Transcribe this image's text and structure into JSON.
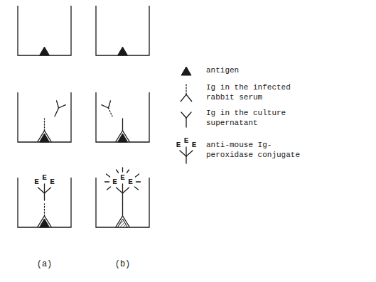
{
  "diagram": {
    "labels": [
      "E",
      "E",
      "E",
      "E",
      "E",
      "E",
      "(a)",
      "(b)",
      "E",
      "E",
      "E"
    ],
    "legend": [
      {
        "text": "antigen"
      },
      {
        "text": "Ig in the infected rabbit serum"
      },
      {
        "text": "Ig in the culture supernatant"
      },
      {
        "text": "anti-mouse Ig-peroxidase conjugate"
      }
    ]
  }
}
